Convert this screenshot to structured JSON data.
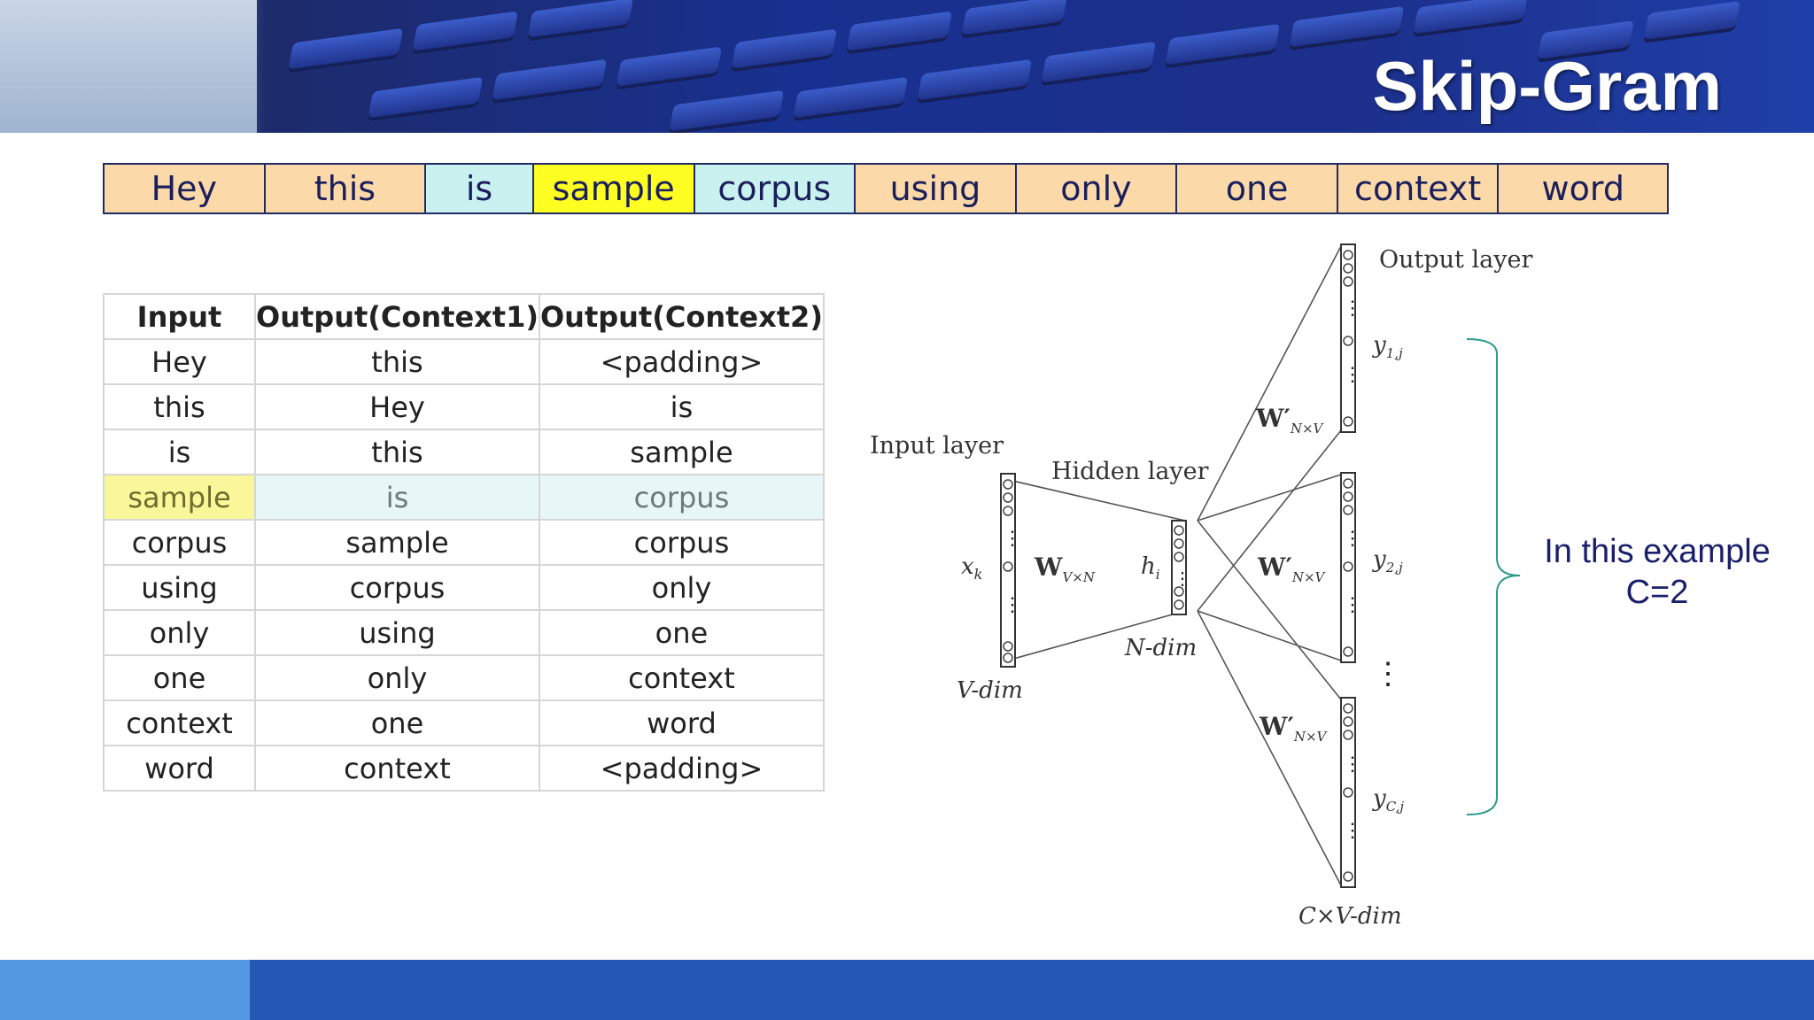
{
  "title": "Skip-Gram",
  "colors": {
    "header_blue": "#1c2f8a",
    "word_normal": "#fbd9a8",
    "word_context": "#c9f1ef",
    "word_target": "#fffe22",
    "footer_light": "#5599e3",
    "footer_dark": "#2557b5",
    "note_text": "#1b1f6b"
  },
  "sentence_words": [
    {
      "text": "Hey",
      "role": "normal"
    },
    {
      "text": "this",
      "role": "normal"
    },
    {
      "text": "is",
      "role": "context"
    },
    {
      "text": "sample",
      "role": "target"
    },
    {
      "text": "corpus",
      "role": "context"
    },
    {
      "text": "using",
      "role": "normal"
    },
    {
      "text": "only",
      "role": "normal"
    },
    {
      "text": "one",
      "role": "normal"
    },
    {
      "text": "context",
      "role": "normal"
    },
    {
      "text": "word",
      "role": "normal"
    }
  ],
  "pairs_table": {
    "headers": [
      "Input",
      "Output(Context1)",
      "Output(Context2)"
    ],
    "rows": [
      [
        "Hey",
        "this",
        "<padding>"
      ],
      [
        "this",
        "Hey",
        "is"
      ],
      [
        "is",
        "this",
        "sample"
      ],
      [
        "sample",
        "is",
        "corpus"
      ],
      [
        "corpus",
        "sample",
        "corpus"
      ],
      [
        "using",
        "corpus",
        "only"
      ],
      [
        "only",
        "using",
        "one"
      ],
      [
        "one",
        "only",
        "context"
      ],
      [
        "context",
        "one",
        "word"
      ],
      [
        "word",
        "context",
        "<padding>"
      ]
    ],
    "highlighted_row": 3
  },
  "diagram": {
    "output_layer_label": "Output layer",
    "input_layer_label": "Input layer",
    "hidden_layer_label": "Hidden layer",
    "input_var": "x",
    "input_sub": "k",
    "weight_in": "W",
    "weight_in_sub": "V×N",
    "hidden_var": "h",
    "hidden_sub": "i",
    "weight_out": "W′",
    "weight_out_sub": "N×V",
    "v_dim_label": "V-dim",
    "n_dim_label": "N-dim",
    "cv_dim_label": "C×V-dim",
    "outputs": [
      {
        "var": "y",
        "sub": "1,j"
      },
      {
        "var": "y",
        "sub": "2,j"
      },
      {
        "var": "y",
        "sub": "C,j"
      }
    ]
  },
  "note": {
    "line1": "In this example",
    "line2": "C=2"
  }
}
